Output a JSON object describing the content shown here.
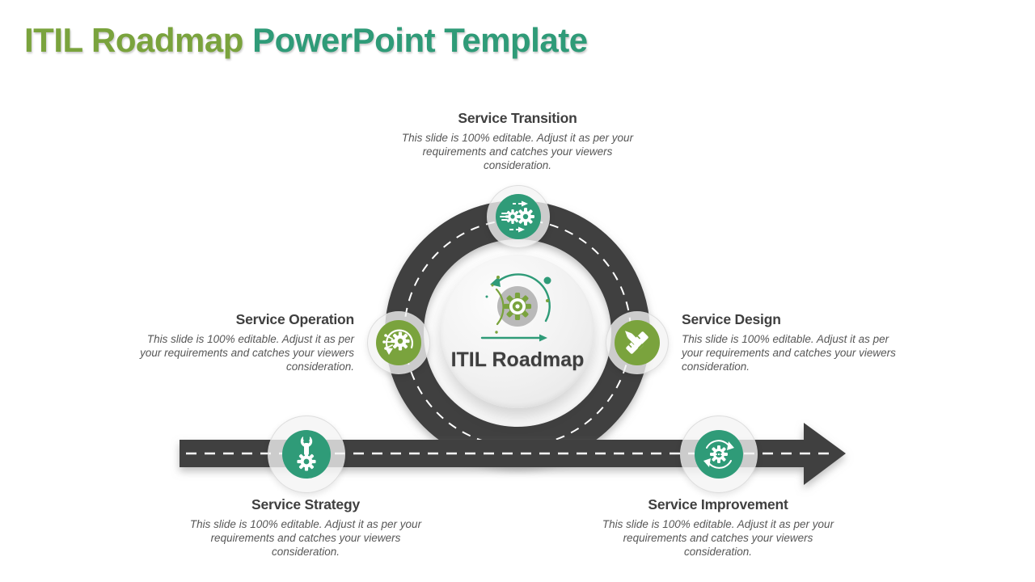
{
  "slide": {
    "title": {
      "part1": "ITIL Roadmap",
      "part2": "PowerPoint Template"
    }
  },
  "colors": {
    "olive_green": "#7aa33d",
    "teal_green": "#2f9b78",
    "road_gray": "#404040",
    "heading_gray": "#3f3f3f",
    "body_text_gray": "#575757",
    "center_circle_gray": "#ececec"
  },
  "center": {
    "label": "ITIL Roadmap",
    "icon": "gear-cycle-icon"
  },
  "stages": [
    {
      "name": "Service Transition",
      "description": "This slide is 100% editable. Adjust it as per your requirements and catches your viewers consideration.",
      "icon": "gears-flow-icon",
      "disc_color": "#2f9b78",
      "position": "top"
    },
    {
      "name": "Service Operation",
      "description": "This slide is 100% editable. Adjust it as per your requirements and catches your viewers consideration.",
      "icon": "gear-sync-icon",
      "disc_color": "#7aa33d",
      "position": "left"
    },
    {
      "name": "Service Design",
      "description": "This slide is 100% editable. Adjust it as per your requirements and catches your viewers consideration.",
      "icon": "pencil-ruler-icon",
      "disc_color": "#7aa33d",
      "position": "right"
    },
    {
      "name": "Service Strategy",
      "description": "This slide is 100% editable. Adjust it as per your requirements and catches your viewers consideration.",
      "icon": "wrench-gear-icon",
      "disc_color": "#2f9b78",
      "position": "bottom-left"
    },
    {
      "name": "Service Improvement",
      "description": "This slide is 100% editable. Adjust it as per your requirements and catches your viewers consideration.",
      "icon": "gear-refresh-icon",
      "disc_color": "#2f9b78",
      "position": "bottom-right"
    }
  ]
}
